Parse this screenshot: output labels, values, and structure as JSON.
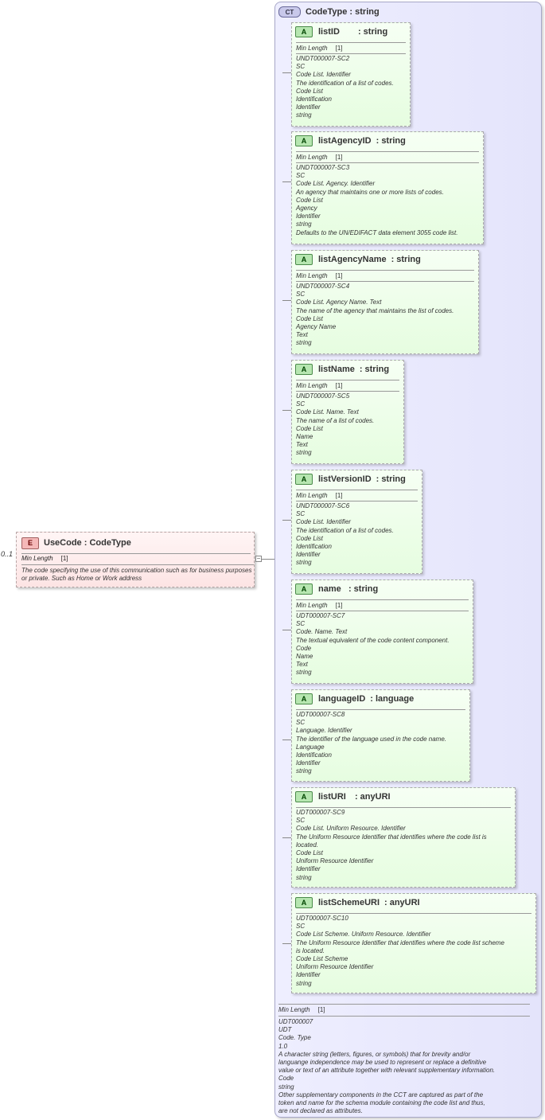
{
  "element": {
    "occurrence": "0..1",
    "badge": "E",
    "name": "UseCode",
    "colon": " : ",
    "type": "CodeType",
    "facet_label": "Min Length",
    "facet_value": "[1]",
    "doc": "The code specifying the use of this communication such as for business purposes or private. Such as Home or Work address",
    "toggle": "−"
  },
  "complex_type": {
    "badge": "CT",
    "title": "CodeType : string",
    "footer_facet_label": "Min Length",
    "footer_facet_value": "[1]",
    "footer_doc": [
      "UDT000007",
      "UDT",
      "Code. Type",
      "1.0",
      "A character string (letters, figures, or symbols) that for brevity and/or",
      "languange independence may be used to represent or replace a definitive",
      "value or text of an attribute together with relevant supplementary information.",
      "Code",
      "string",
      "Other supplementary components in the CCT are captured as part of the",
      "token and name for the schema module containing the code list and thus,",
      "are not declared as attributes."
    ]
  },
  "attributes": [
    {
      "badge": "A",
      "name": "listID",
      "type": "string",
      "facet_label": "Min Length",
      "facet_value": "[1]",
      "doc": [
        "UNDT000007-SC2",
        "SC",
        "Code List. Identifier",
        "The identification of a list of codes.",
        "Code List",
        "Identification",
        "Identifier",
        "string"
      ]
    },
    {
      "badge": "A",
      "name": "listAgencyID",
      "type": "string",
      "facet_label": "Min Length",
      "facet_value": "[1]",
      "doc": [
        "UNDT000007-SC3",
        "SC",
        "Code List. Agency. Identifier",
        "An agency that maintains one or more lists of codes.",
        "Code List",
        "Agency",
        "Identifier",
        "string",
        "Defaults to the UN/EDIFACT data element 3055 code list."
      ]
    },
    {
      "badge": "A",
      "name": "listAgencyName",
      "type": "string",
      "facet_label": "Min Length",
      "facet_value": "[1]",
      "doc": [
        "UNDT000007-SC4",
        "SC",
        "Code List. Agency Name. Text",
        "The name of the agency that maintains the list of codes.",
        "Code List",
        "Agency Name",
        "Text",
        "string"
      ]
    },
    {
      "badge": "A",
      "name": "listName",
      "type": "string",
      "facet_label": "Min Length",
      "facet_value": "[1]",
      "doc": [
        "UNDT000007-SC5",
        "SC",
        "Code List. Name. Text",
        "The name of a list of codes.",
        "Code List",
        "Name",
        "Text",
        "string"
      ]
    },
    {
      "badge": "A",
      "name": "listVersionID",
      "type": "string",
      "facet_label": "Min Length",
      "facet_value": "[1]",
      "doc": [
        "UNDT000007-SC6",
        "SC",
        "Code List. Identifier",
        "The identification of a list of codes.",
        "Code List",
        "Identification",
        "Identifier",
        "string"
      ]
    },
    {
      "badge": "A",
      "name": "name",
      "type": "string",
      "facet_label": "Min Length",
      "facet_value": "[1]",
      "doc": [
        "UDT000007-SC7",
        "SC",
        "Code. Name. Text",
        "The textual equivalent of the code content component.",
        "Code",
        "Name",
        "Text",
        "string"
      ]
    },
    {
      "badge": "A",
      "name": "languageID",
      "type": "language",
      "doc": [
        "UDT000007-SC8",
        "SC",
        "Language. Identifier",
        "The identifier of the language used in the code name.",
        "Language",
        "Identification",
        "Identifier",
        "string"
      ]
    },
    {
      "badge": "A",
      "name": "listURI",
      "type": "anyURI",
      "doc": [
        "UDT000007-SC9",
        "SC",
        "Code List. Uniform Resource. Identifier",
        "The Uniform Resource Identifier that identifies where the code list is\nlocated.",
        "Code List",
        "Uniform Resource Identifier",
        "Identifier",
        "string"
      ]
    },
    {
      "badge": "A",
      "name": "listSchemeURI",
      "type": "anyURI",
      "doc": [
        "UDT000007-SC10",
        "SC",
        "Code List Scheme. Uniform Resource. Identifier",
        "The Uniform Resource Identifier that identifies where the code list scheme\nis located.",
        "Code List Scheme",
        "Uniform Resource Identifier",
        "Identifier",
        "string"
      ]
    }
  ]
}
